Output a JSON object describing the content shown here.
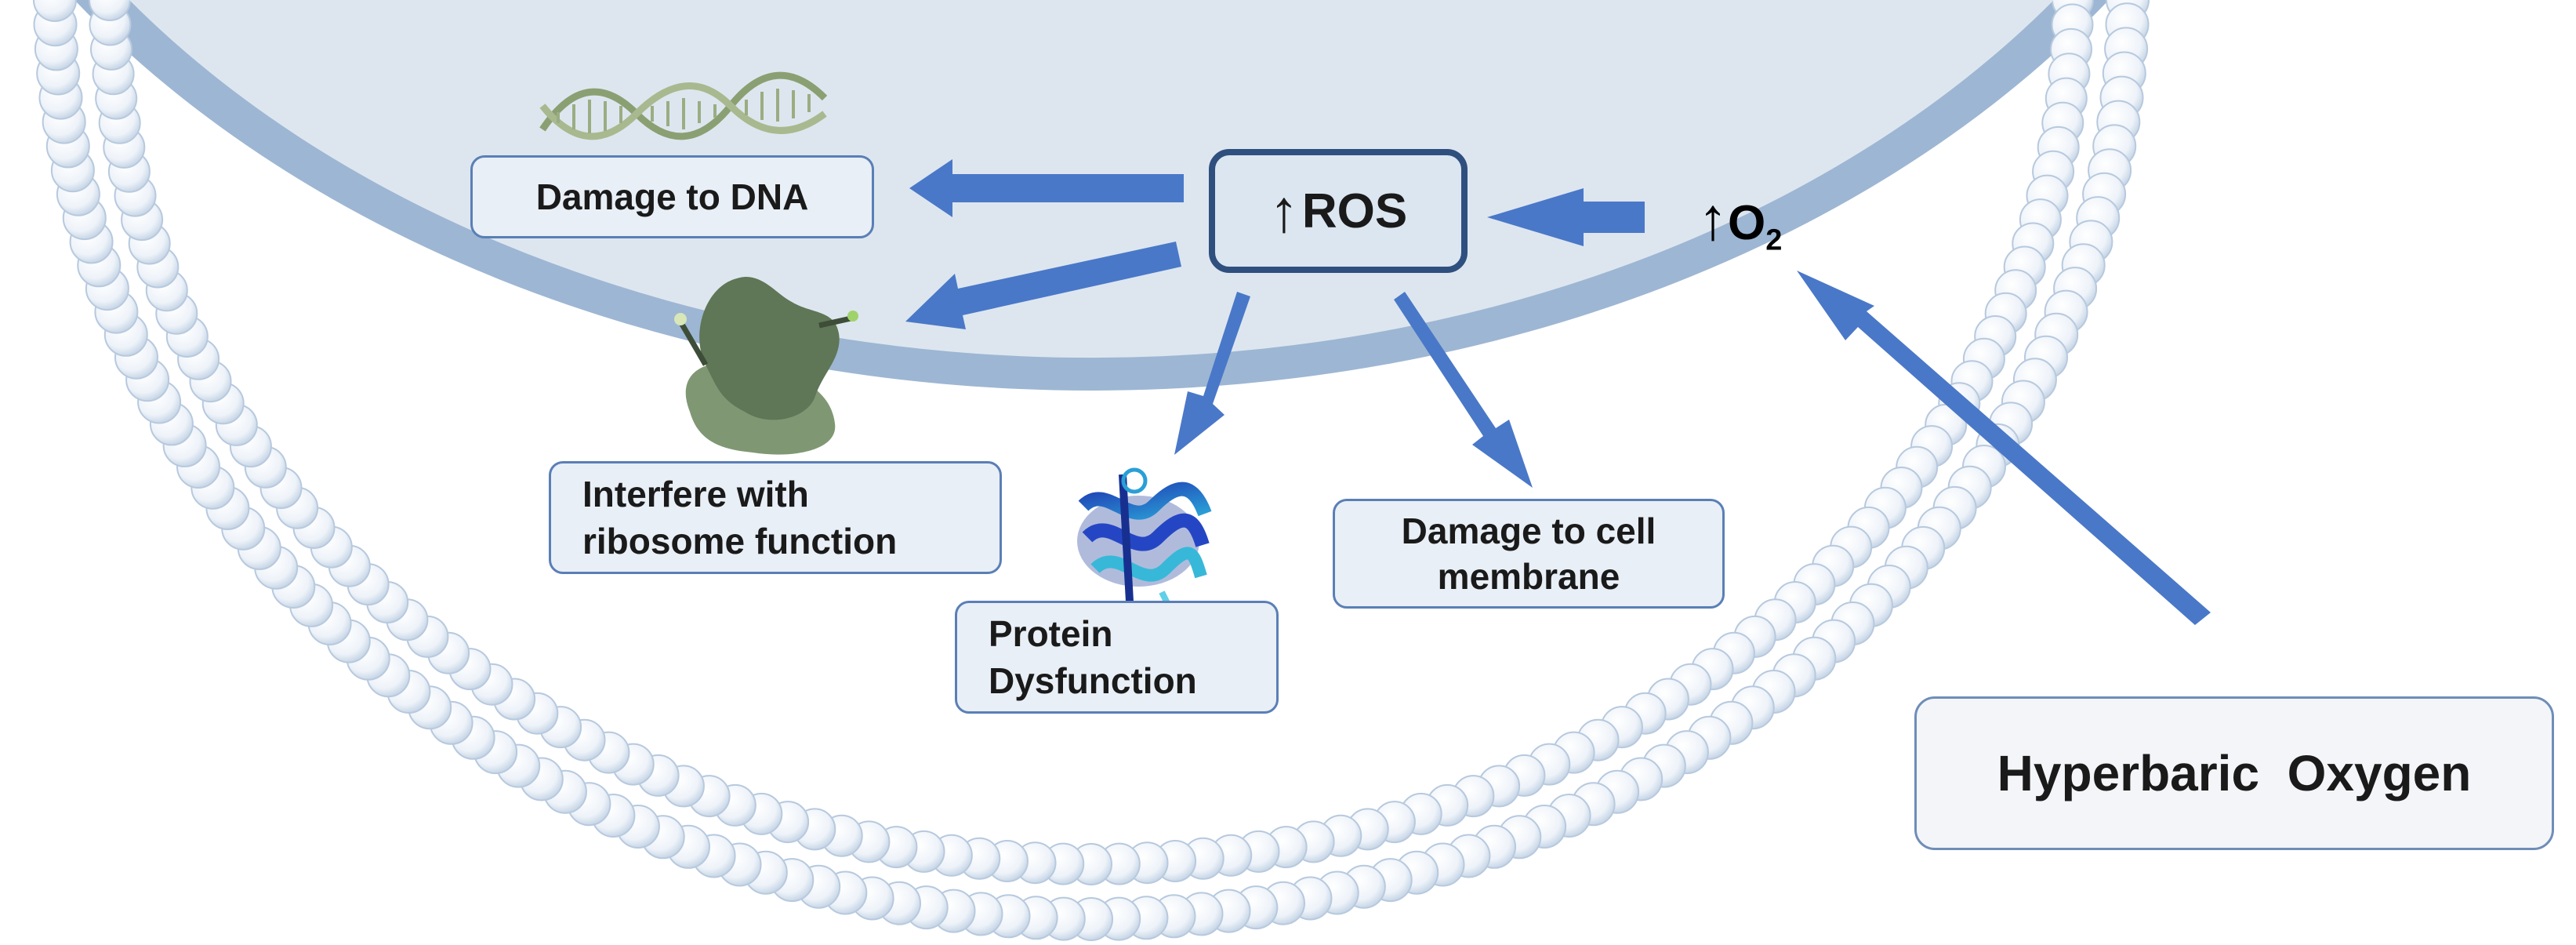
{
  "diagram": {
    "nodes": {
      "ros": {
        "arrow": "↑",
        "label": "ROS"
      },
      "o2": {
        "arrow": "↑",
        "label": "O",
        "subscript": "2"
      },
      "dna": {
        "label": "Damage to DNA"
      },
      "ribosome": {
        "line1": "Interfere with",
        "line2": "ribosome function"
      },
      "protein": {
        "line1": "Protein",
        "line2": "Dysfunction"
      },
      "membrane": {
        "line1": "Damage to cell",
        "line2": "membrane"
      },
      "hbo": {
        "label": "Hyperbaric  Oxygen"
      }
    },
    "edges": [
      {
        "from": "hbo",
        "to": "o2"
      },
      {
        "from": "o2",
        "to": "ros"
      },
      {
        "from": "ros",
        "to": "dna"
      },
      {
        "from": "ros",
        "to": "ribosome"
      },
      {
        "from": "ros",
        "to": "protein"
      },
      {
        "from": "ros",
        "to": "membrane"
      }
    ],
    "colors": {
      "arrow": "#4a78c8",
      "cell_interior": "#dde6ef",
      "membrane_head": "#f4f7fb",
      "membrane_tail": "#9db6d3",
      "ros_border": "#2f4f7f",
      "box_border": "#5a7fb6"
    },
    "icons": [
      "dna-helix-icon",
      "ribosome-icon",
      "protein-structure-icon"
    ]
  }
}
